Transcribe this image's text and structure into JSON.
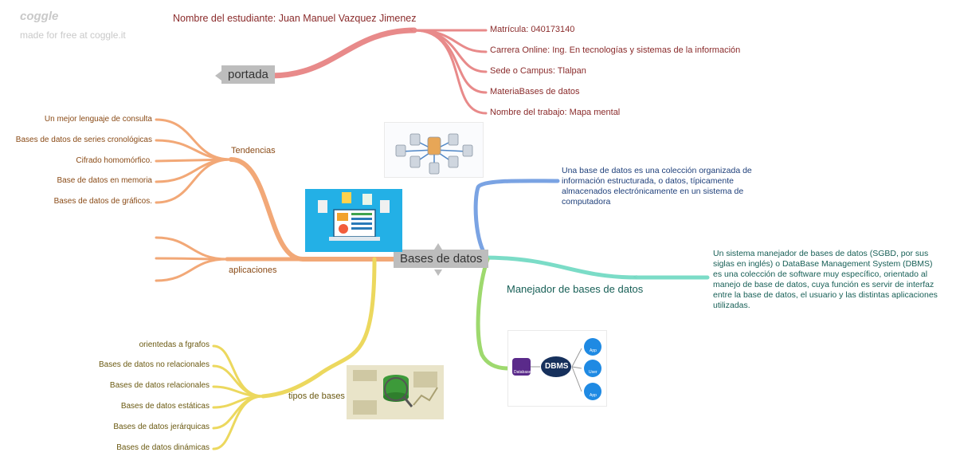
{
  "watermark": {
    "brand": "coggle",
    "tagline": "made for free at coggle.it"
  },
  "central": {
    "label": "Bases de datos"
  },
  "portada": {
    "label": "portada",
    "student": "Nombre del estudiante: Juan Manuel Vazquez Jimenez",
    "items": [
      "Matrícula: 040173140",
      "Carrera Online: Ing. En tecnologías y sistemas de la información",
      "Sede o Campus: Tlalpan",
      "MateriaBases de datos",
      "Nombre del trabajo: Mapa mental"
    ]
  },
  "tendencias": {
    "label": "Tendencias",
    "items": [
      "Un mejor lenguaje de consulta",
      "Bases de datos de series cronológicas",
      "Cifrado homomórfico.",
      "Base de datos en memoria",
      "Bases de datos de gráficos."
    ]
  },
  "aplicaciones": {
    "label": "aplicaciones"
  },
  "tipos": {
    "label": "tipos de bases de datos",
    "items": [
      "orientedas a fgrafos",
      "Bases de datos no relacionales",
      "Bases de datos relacionales",
      "Bases de datos estáticas",
      "Bases de datos jerárquicas",
      "Bases de datos dinámicas"
    ]
  },
  "definicion": {
    "text": "Una base de datos es una colección organizada de información estructurada, o datos, típicamente almacenados electrónicamente en un sistema de computadora"
  },
  "manejador": {
    "label": "Manejador de bases de datos",
    "text": "Un sistema manejador de bases de datos (SGBD, por sus siglas en inglés) o DataBase Management System (DBMS) es una colección de software muy específico, orientado al manejo de base de datos, cuya función es servir de interfaz entre la base de datos, el usuario y las distintas aplicaciones utilizadas."
  },
  "dbms_image": {
    "center": "DBMS",
    "left": "Database",
    "right": [
      "App",
      "User",
      "App"
    ]
  },
  "colors": {
    "red": "#e07a7a",
    "orange": "#f0a66a",
    "yellow": "#e8d35a",
    "blue": "#6f9be0",
    "teal": "#6fd4c0",
    "green": "#95d46a"
  }
}
